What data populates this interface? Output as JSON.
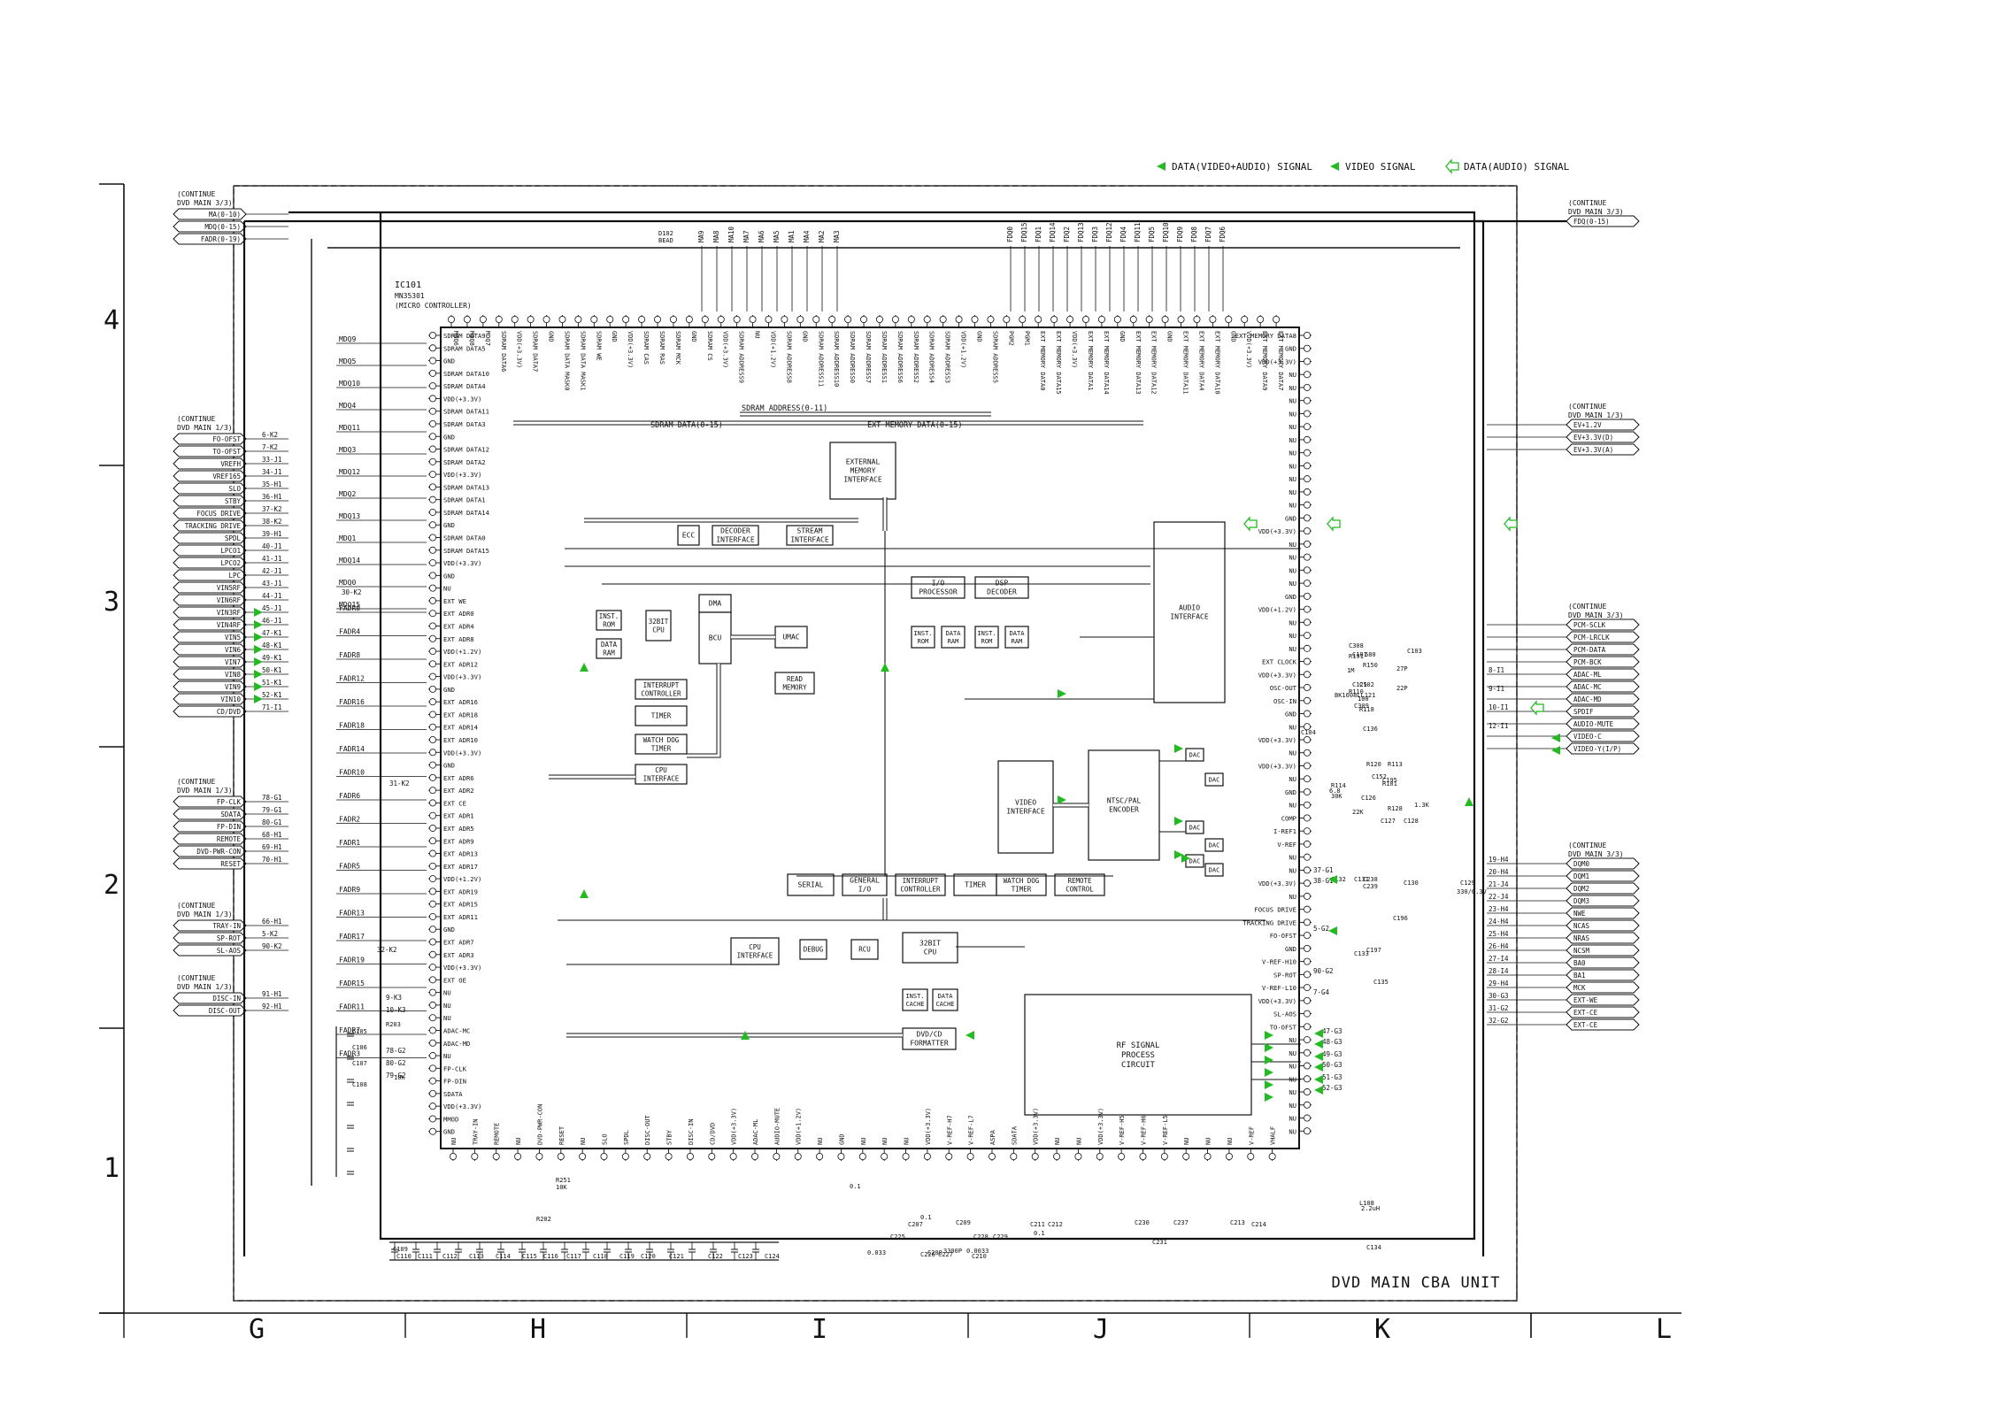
{
  "legend": [
    {
      "label": "DATA(VIDEO+AUDIO) SIGNAL"
    },
    {
      "label": "VIDEO SIGNAL"
    },
    {
      "label": "DATA(AUDIO) SIGNAL"
    }
  ],
  "colors": {
    "signal": "#22bb22",
    "line": "#111111",
    "frame": "#333333",
    "background": "#ffffff"
  },
  "grid": {
    "rows": [
      "4",
      "3",
      "2",
      "1"
    ],
    "cols": [
      "G",
      "H",
      "I",
      "J",
      "K",
      "L"
    ]
  },
  "footer": {
    "unit_title": "DVD MAIN CBA UNIT"
  },
  "ic": {
    "ref": "IC101",
    "part": "MN35301",
    "func": "(MICRO CONTROLLER)"
  },
  "blocks": {
    "emi": [
      "EXTERNAL",
      "MEMORY",
      "INTERFACE"
    ],
    "ecc": [
      "ECC"
    ],
    "decoder": [
      "DECODER",
      "INTERFACE"
    ],
    "stream": [
      "STREAM",
      "INTERFACE"
    ],
    "dma": [
      "DMA"
    ],
    "bcu": [
      "BCU"
    ],
    "umac": [
      "UMAC"
    ],
    "read_mem": [
      "READ",
      "MEMORY"
    ],
    "inst_rom": [
      "INST.",
      "ROM"
    ],
    "bit_cpu_small": [
      "32BIT",
      "CPU"
    ],
    "data_ram": [
      "DATA",
      "RAM"
    ],
    "intc": [
      "INTERRUPT",
      "CONTROLLER"
    ],
    "timer": [
      "TIMER"
    ],
    "wdt": [
      "WATCH DOG",
      "TIMER"
    ],
    "cpu_if": [
      "CPU",
      "INTERFACE"
    ],
    "io_proc": [
      "I/O",
      "PROCESSOR"
    ],
    "dsp": [
      "DSP",
      "DECODER"
    ],
    "io_inst_rom": [
      "INST.",
      "ROM"
    ],
    "io_data_ram": [
      "DATA",
      "RAM"
    ],
    "dsp_inst_rom": [
      "INST.",
      "ROM"
    ],
    "dsp_data_ram": [
      "DATA",
      "RAM"
    ],
    "audio_if": [
      "AUDIO",
      "INTERFACE"
    ],
    "video_if": [
      "VIDEO",
      "INTERFACE"
    ],
    "ntsc": [
      "NTSC/PAL",
      "ENCODER"
    ],
    "dac": [
      "DAC"
    ],
    "serial": [
      "SERIAL"
    ],
    "gpio": [
      "GENERAL",
      "I/O"
    ],
    "intc2": [
      "INTERRUPT",
      "CONTROLLER"
    ],
    "timer2": [
      "TIMER"
    ],
    "wdt2": [
      "WATCH DOG",
      "TIMER"
    ],
    "remote": [
      "REMOTE",
      "CONTROL"
    ],
    "cpu_if2": [
      "CPU",
      "INTERFACE"
    ],
    "debug": [
      "DEBUG"
    ],
    "rcu": [
      "RCU"
    ],
    "cpu32": [
      "32BIT",
      "CPU"
    ],
    "inst_cache": [
      "INST.",
      "CACHE"
    ],
    "data_cache": [
      "DATA",
      "CACHE"
    ],
    "dvdcd": [
      "DVD/CD",
      "FORMATTER"
    ],
    "rf": [
      "RF SIGNAL",
      "PROCESS",
      "CIRCUIT"
    ]
  },
  "buses": {
    "sdram_data": "SDRAM DATA(0-15)",
    "sdram_addr": "SDRAM ADDRESS(0-11)",
    "ext_mem_data": "EXT MEMORY DATA(0-15)"
  },
  "left_groups": [
    {
      "cont": [
        "(CONTINUE",
        "DVD MAIN 3/3)"
      ],
      "tags": [
        "MA(0-10)",
        "MDQ(0-15)",
        "FADR(0-19)"
      ]
    },
    {
      "cont": [
        "(CONTINUE",
        "DVD MAIN 1/3)"
      ],
      "tags": [
        "FO-OFST",
        "TO-OFST",
        "VREFH",
        "VREF165",
        "SLO",
        "STBY",
        "FOCUS DRIVE",
        "TRACKING DRIVE",
        "SPDL",
        "LPCO1",
        "LPCO2",
        "LPC",
        "VIN5RF",
        "VIN6RF",
        "VIN3RF",
        "VIN4RF",
        "VIN5",
        "VIN6",
        "VIN7",
        "VIN8",
        "VIN9",
        "VIN10",
        "CD/DVD"
      ],
      "refs": [
        "6-K2",
        "7-K2",
        "33-J1",
        "34-J1",
        "35-H1",
        "36-H1",
        "37-K2",
        "38-K2",
        "39-H1",
        "40-J1",
        "41-J1",
        "42-J1",
        "43-J1",
        "44-J1",
        "45-J1",
        "46-J1",
        "47-K1",
        "48-K1",
        "49-K1",
        "50-K1",
        "51-K1",
        "52-K1",
        "71-I1"
      ]
    },
    {
      "cont": [
        "(CONTINUE",
        "DVD MAIN 1/3)"
      ],
      "tags": [
        "FP-CLK",
        "SDATA",
        "FP-DIN",
        "REMOTE",
        "DVD-PWR-CON",
        "RESET"
      ],
      "refs": [
        "78-G1",
        "79-G1",
        "80-G1",
        "68-H1",
        "69-H1",
        "70-H1"
      ]
    },
    {
      "cont": [
        "(CONTINUE",
        "DVD MAIN 1/3)"
      ],
      "tags": [
        "TRAY-IN",
        "SP-ROT",
        "SL-AOS"
      ],
      "refs": [
        "66-H1",
        "5-K2",
        "90-K2"
      ]
    },
    {
      "cont": [
        "(CONTINUE",
        "DVD MAIN 1/3)"
      ],
      "tags": [
        "DISC-IN",
        "DISC-OUT"
      ],
      "refs": [
        "91-H1",
        "92-H1"
      ]
    }
  ],
  "right_groups": [
    {
      "cont": [
        "(CONTINUE",
        "DVD MAIN 3/3)"
      ],
      "tags": [
        "FDQ(0-15)"
      ]
    },
    {
      "cont": [
        "(CONTINUE",
        "DVD MAIN 1/3)"
      ],
      "tags": [
        "EV+1.2V",
        "EV+3.3V(D)",
        "EV+3.3V(A)"
      ]
    },
    {
      "cont": [
        "(CONTINUE",
        "DVD MAIN 3/3)"
      ],
      "tags": [
        "PCM-SCLK",
        "PCM-LRCLK",
        "PCM-DATA",
        "PCM-BCK",
        "ADAC-ML",
        "ADAC-MC",
        "ADAC-MD",
        "SPDIF",
        "AUDIO-MUTE",
        "VIDEO-C",
        "VIDEO-Y(I/P)"
      ],
      "refs": [
        "8-I1",
        "9-I1",
        "10-I1",
        "12-I1"
      ]
    },
    {
      "cont": [
        "(CONTINUE",
        "DVD MAIN 3/3)"
      ],
      "tags": [
        "DQM0",
        "DQM1",
        "DQM2",
        "DQM3",
        "NWE",
        "NCAS",
        "NRAS",
        "NCSM",
        "BA0",
        "BA1",
        "MCK",
        "EXT-WE",
        "EXT-CE",
        "EXT-CE"
      ],
      "refs": [
        "19-H4",
        "20-H4",
        "21-J4",
        "22-J4",
        "23-H4",
        "24-H4",
        "25-H4",
        "26-H4",
        "27-I4",
        "28-I4",
        "29-H4",
        "30-G3",
        "31-G2",
        "32-G2"
      ]
    }
  ],
  "left_pins": [
    "SDRAM DATA9",
    "SDRAM DATA5",
    "GND",
    "SDRAM DATA10",
    "SDRAM DATA4",
    "VDD(+3.3V)",
    "SDRAM DATA11",
    "SDRAM DATA3",
    "GND",
    "SDRAM DATA12",
    "SDRAM DATA2",
    "VDD(+3.3V)",
    "SDRAM DATA13",
    "SDRAM DATA1",
    "SDRAM DATA14",
    "GND",
    "SDRAM DATA0",
    "SDRAM DATA15",
    "VDD(+3.3V)",
    "GND",
    "NU",
    "EXT WE",
    "EXT ADR0",
    "EXT ADR4",
    "EXT ADR8",
    "VDD(+1.2V)",
    "EXT ADR12",
    "VDD(+3.3V)",
    "GND",
    "EXT ADR16",
    "EXT ADR18",
    "EXT ADR14",
    "EXT ADR10",
    "VDD(+3.3V)",
    "GND",
    "EXT ADR6",
    "EXT ADR2",
    "EXT CE",
    "EXT ADR1",
    "EXT ADR5",
    "EXT ADR9",
    "EXT ADR13",
    "EXT ADR17",
    "VDD(+1.2V)",
    "EXT ADR19",
    "EXT ADR15",
    "EXT ADR11",
    "GND",
    "EXT ADR7",
    "EXT ADR3",
    "VDD(+3.3V)",
    "EXT OE",
    "NU",
    "NU",
    "NU",
    "ADAC-MC",
    "ADAC-MD",
    "NU",
    "FP-CLK",
    "FP-DIN",
    "SDATA",
    "VDD(+3.3V)",
    "MMOD",
    "GND"
  ],
  "left_net_labels": [
    "MDQ9",
    "MDQ5",
    "MDQ10",
    "MDQ4",
    "MDQ11",
    "MDQ3",
    "MDQ12",
    "MDQ2",
    "MDQ13",
    "MDQ1",
    "MDQ14",
    "MDQ0",
    "MDQ15",
    "FADR0",
    "FADR4",
    "FADR8",
    "FADR12",
    "FADR16",
    "FADR18",
    "FADR14",
    "FADR10",
    "FADR6",
    "FADR2",
    "FADR1",
    "FADR5",
    "FADR9",
    "FADR13",
    "FADR17",
    "FADR19",
    "FADR15",
    "FADR11",
    "FADR7",
    "FADR3"
  ],
  "right_pins": [
    "EXT MEMORY DATA8",
    "GND",
    "VDD(+3.3V)",
    "NU",
    "NU",
    "NU",
    "NU",
    "NU",
    "NU",
    "NU",
    "NU",
    "NU",
    "NU",
    "NU",
    "GND",
    "VDD(+3.3V)",
    "NU",
    "NU",
    "NU",
    "NU",
    "GND",
    "VDD(+1.2V)",
    "NU",
    "NU",
    "NU",
    "EXT CLOCK",
    "VDD(+3.3V)",
    "OSC-OUT",
    "OSC-IN",
    "GND",
    "NU",
    "VDD(+3.3V)",
    "NU",
    "VDD(+3.3V)",
    "NU",
    "GND",
    "NU",
    "COMP",
    "I-REF1",
    "V-REF",
    "NU",
    "NU",
    "VDD(+3.3V)",
    "NU",
    "FOCUS DRIVE",
    "TRACKING DRIVE",
    "FO-OFST",
    "GND",
    "V-REF-H10",
    "SP-ROT",
    "V-REF-L10",
    "VDD(+3.3V)",
    "SL-AOS",
    "TO-OFST",
    "NU",
    "NU",
    "NU",
    "NU",
    "NU",
    "NU",
    "NU",
    "NU"
  ],
  "top_pins": [
    "MDQ6",
    "MDQ8",
    "MDQ7",
    "SDRAM DATA6",
    "VDD(+3.3V)",
    "SDRAM DATA7",
    "GND",
    "SDRAM DATA MASK0",
    "SDRAM DATA MASK1",
    "SDRAM WE",
    "GND",
    "VDD(+3.3V)",
    "SDRAM CAS",
    "SDRAM RAS",
    "SDRAM MCK",
    "GND",
    "SDRAM CS",
    "VDD(+3.3V)",
    "SDRAM ADDRESS9",
    "NU",
    "VDD(+1.2V)",
    "SDRAM ADDRESS8",
    "GND",
    "SDRAM ADDRESS11",
    "SDRAM ADDRESS10",
    "SDRAM ADDRESS0",
    "SDRAM ADDRESS7",
    "SDRAM ADDRESS1",
    "SDRAM ADDRESS6",
    "SDRAM ADDRESS2",
    "SDRAM ADDRESS4",
    "SDRAM ADDRESS3",
    "VDD(+1.2V)",
    "GND",
    "SDRAM ADDRESS5",
    "PGM2",
    "PGM1",
    "EXT MEMORY DATA0",
    "EXT MEMORY DATA15",
    "VDD(+3.3V)",
    "EXT MEMORY DATA1",
    "EXT MEMORY DATA14",
    "GND",
    "EXT MEMORY DATA13",
    "EXT MEMORY DATA12",
    "GND",
    "EXT MEMORY DATA11",
    "EXT MEMORY DATA4",
    "EXT MEMORY DATA10",
    "GND",
    "VDD(+3.3V)",
    "EXT MEMORY DATA9",
    "EXT MEMORY DATA7"
  ],
  "top_net_labels": [
    "MA9",
    "MA8",
    "MA10",
    "MA7",
    "MA6",
    "MA5",
    "MA1",
    "MA4",
    "MA2",
    "MA3",
    "FDQ0",
    "FDQ15",
    "FDQ1",
    "FDQ14",
    "FDQ2",
    "FDQ13",
    "FDQ3",
    "FDQ12",
    "FDQ4",
    "FDQ11",
    "FDQ5",
    "FDQ10",
    "FDQ9",
    "FDQ8",
    "FDQ7",
    "FDQ6"
  ],
  "bottom_pins": [
    "NU",
    "TRAY-IN",
    "REMOTE",
    "NU",
    "DVD-PWR-CON",
    "RESET",
    "NU",
    "SLO",
    "SPDL",
    "DISC-OUT",
    "STBY",
    "DISC-IN",
    "CD/DVD",
    "VDD(+3.3V)",
    "ADAC-ML",
    "AUDIO-MUTE",
    "VDD(+1.2V)",
    "NU",
    "GND",
    "NU",
    "NU",
    "NU",
    "VDD(+3.3V)",
    "V-REF-H7",
    "V-REF-L7",
    "ASPA",
    "SDATA",
    "VDD(+3.3V)",
    "NU",
    "NU",
    "VDD(+3.3V)",
    "V-REF-H5",
    "V-REF-H6",
    "V-REF-L5",
    "NU",
    "NU",
    "NU",
    "V-REF",
    "VHALF"
  ],
  "components": [
    "C101",
    "C102",
    "C103",
    "C104",
    "C105",
    "C106",
    "C107",
    "C108",
    "C109",
    "C110",
    "C111",
    "C112",
    "C113",
    "C114",
    "C115",
    "C116",
    "C117",
    "C118",
    "C119",
    "C120",
    "C121",
    "C122",
    "C123",
    "C124",
    "C125",
    "C126",
    "C127",
    "C128",
    "C129",
    "C130",
    "C131",
    "C132",
    "C133",
    "C134",
    "C135",
    "C136",
    "C152",
    "C195",
    "C196",
    "C197",
    "C207",
    "C208",
    "C209",
    "C210",
    "C211",
    "C212",
    "C213",
    "C214",
    "C225",
    "C226",
    "C227",
    "C228",
    "C229",
    "C230",
    "C231",
    "C237",
    "C238",
    "C239",
    "C308",
    "C309",
    "R101",
    "R110",
    "R113",
    "R114",
    "R118",
    "R120",
    "R128",
    "R150",
    "R191",
    "R202",
    "R203",
    "R251",
    "L108",
    "D102"
  ],
  "component_values": [
    "0.1",
    "10K",
    "1M",
    "680",
    "27P",
    "22P",
    "100",
    "6.8",
    "30K",
    "22K",
    "1.3K",
    "10K",
    "330/6.3V",
    "0.033",
    "0.1",
    "0.0033",
    "3300P",
    "2.2uH",
    "0.1",
    "BK1608LL121",
    "BEAD"
  ],
  "mid_refs": [
    "30-K2",
    "31-K2",
    "32-K2",
    "9-K3",
    "10-K3",
    "78-G2",
    "80-G2",
    "79-G2",
    "37-G1",
    "38-G1",
    "5-G2",
    "90-G2",
    "7-G4",
    "47-G3",
    "48-G3",
    "49-G3",
    "50-G3",
    "51-G3",
    "52-G3"
  ]
}
